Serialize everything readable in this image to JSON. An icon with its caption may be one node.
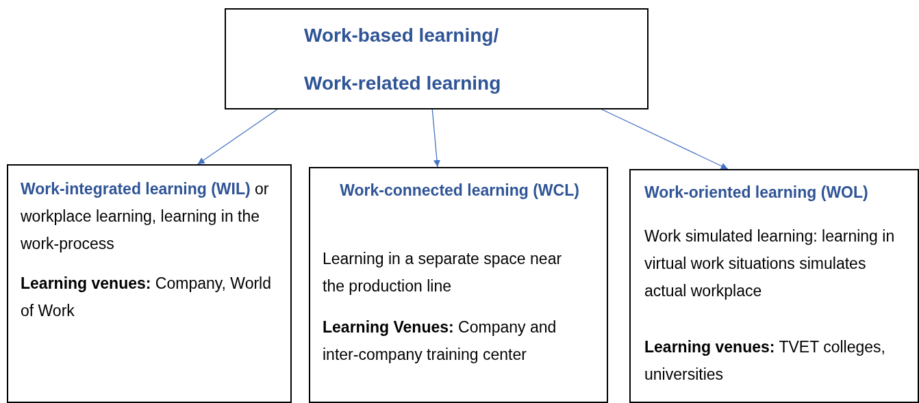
{
  "diagram": {
    "nodes": [
      {
        "text": [
          "Work-based learning/",
          "Work-related learning"
        ]
      },
      {
        "text": [
          "**Work-integrated learning (WIL)** or workplace learning, learning in the work-process",
          "**Learning venues:** Company, World of Work"
        ]
      },
      {
        "text": [
          "Work-connected learning (WCL)",
          "Learning in a separate space near the production line",
          "**Learning Venues:** Company and inter-company training center"
        ]
      },
      {
        "text": [
          "Work-oriented learning (WOL)",
          "Work simulated learning: learning in virtual work situations simulates actual workplace",
          "**Learning venues:** TVET colleges, universities"
        ]
      }
    ],
    "edges": [
      {
        "from": 0,
        "to": 1,
        "arrow": "to"
      },
      {
        "from": 0,
        "to": 2,
        "arrow": "to"
      },
      {
        "from": 0,
        "to": 3,
        "arrow": "to"
      }
    ]
  }
}
